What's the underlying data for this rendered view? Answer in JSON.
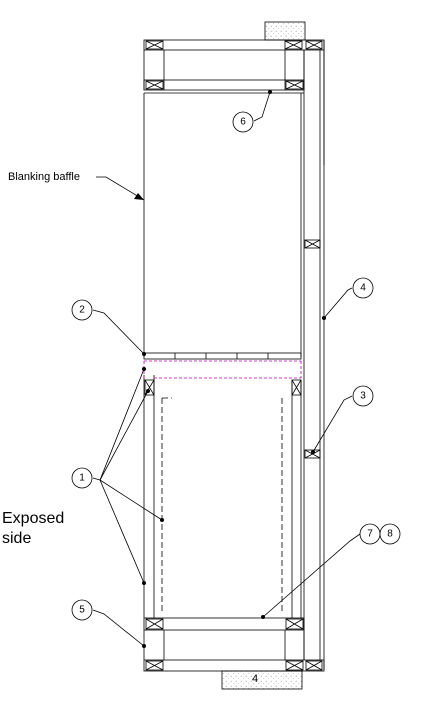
{
  "annotations": {
    "blanking_baffle": "Blanking baffle",
    "exposed_side_line1": "Exposed",
    "exposed_side_line2": "side"
  },
  "callouts": [
    {
      "id": "c1",
      "number": "1"
    },
    {
      "id": "c2",
      "number": "2"
    },
    {
      "id": "c3",
      "number": "3"
    },
    {
      "id": "c4",
      "number": "4"
    },
    {
      "id": "c5",
      "number": "5"
    },
    {
      "id": "c6",
      "number": "6"
    },
    {
      "id": "c7",
      "number": "7"
    },
    {
      "id": "c8",
      "number": "8"
    }
  ],
  "bottom_block_label": "4",
  "colors": {
    "line": "#000000",
    "accent_dashed": "#c000c0",
    "concrete_hatch": "#888888"
  }
}
